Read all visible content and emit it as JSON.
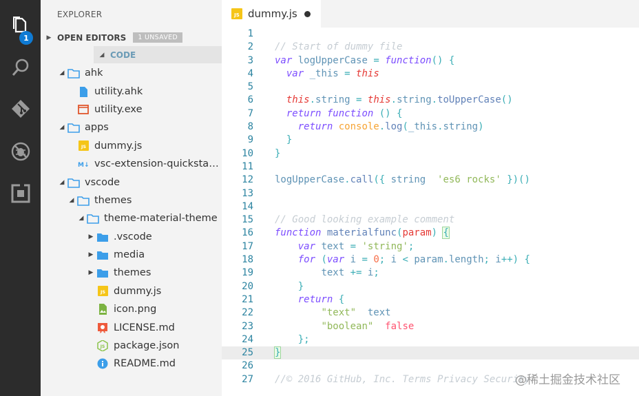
{
  "activity_bar": {
    "items": [
      {
        "name": "explorer-icon",
        "badge": "1"
      },
      {
        "name": "search-icon"
      },
      {
        "name": "git-icon"
      },
      {
        "name": "debug-icon"
      },
      {
        "name": "extensions-icon"
      }
    ]
  },
  "sidebar": {
    "title": "EXPLORER",
    "open_editors": {
      "label": "OPEN EDITORS",
      "badge": "1 UNSAVED"
    },
    "code_section": {
      "label": "CODE"
    },
    "tree": [
      {
        "label": "ahk",
        "type": "folder",
        "depth": 0,
        "expanded": true
      },
      {
        "label": "utility.ahk",
        "type": "file-ahk",
        "depth": 1
      },
      {
        "label": "utility.exe",
        "type": "file-exe",
        "depth": 1
      },
      {
        "label": "apps",
        "type": "folder",
        "depth": 0,
        "expanded": true
      },
      {
        "label": "dummy.js",
        "type": "file-js",
        "depth": 1
      },
      {
        "label": "vsc-extension-quickstart....",
        "type": "file-md",
        "depth": 1
      },
      {
        "label": "vscode",
        "type": "folder",
        "depth": 0,
        "expanded": true
      },
      {
        "label": "themes",
        "type": "folder",
        "depth": 1,
        "expanded": true
      },
      {
        "label": "theme-material-theme",
        "type": "folder",
        "depth": 2,
        "expanded": true
      },
      {
        "label": ".vscode",
        "type": "folder-closed",
        "depth": 3,
        "expanded": false
      },
      {
        "label": "media",
        "type": "folder-closed",
        "depth": 3,
        "expanded": false
      },
      {
        "label": "themes",
        "type": "folder-closed",
        "depth": 3,
        "expanded": false
      },
      {
        "label": "dummy.js",
        "type": "file-js",
        "depth": 3
      },
      {
        "label": "icon.png",
        "type": "file-png",
        "depth": 3
      },
      {
        "label": "LICENSE.md",
        "type": "file-license",
        "depth": 3
      },
      {
        "label": "package.json",
        "type": "file-json",
        "depth": 3
      },
      {
        "label": "README.md",
        "type": "file-info",
        "depth": 3
      }
    ]
  },
  "editor": {
    "tab": {
      "label": "dummy.js",
      "unsaved": true
    },
    "lines": [
      {
        "n": "1",
        "tokens": []
      },
      {
        "n": "2",
        "tokens": [
          [
            "cm",
            "// Start of dummy file"
          ]
        ]
      },
      {
        "n": "3",
        "tokens": [
          [
            "kw",
            "var"
          ],
          [
            "var",
            " logUpperCase "
          ],
          [
            "pun",
            "="
          ],
          [
            "kw",
            " function"
          ],
          [
            "pun",
            "() {"
          ]
        ]
      },
      {
        "n": "4",
        "tokens": [
          [
            "plain",
            "  "
          ],
          [
            "kw",
            "var"
          ],
          [
            "var",
            " _this "
          ],
          [
            "pun",
            "="
          ],
          [
            "this",
            " this"
          ]
        ]
      },
      {
        "n": "5",
        "tokens": []
      },
      {
        "n": "6",
        "tokens": [
          [
            "plain",
            "  "
          ],
          [
            "this",
            "this"
          ],
          [
            "pun",
            "."
          ],
          [
            "var",
            "string "
          ],
          [
            "pun",
            "="
          ],
          [
            "this",
            " this"
          ],
          [
            "pun",
            "."
          ],
          [
            "var",
            "string"
          ],
          [
            "pun",
            "."
          ],
          [
            "fn",
            "toUpperCase"
          ],
          [
            "pun",
            "()"
          ]
        ]
      },
      {
        "n": "7",
        "tokens": [
          [
            "plain",
            "  "
          ],
          [
            "kw",
            "return"
          ],
          [
            "kw",
            " function"
          ],
          [
            "pun",
            " () {"
          ]
        ]
      },
      {
        "n": "8",
        "tokens": [
          [
            "plain",
            "    "
          ],
          [
            "kw",
            "return"
          ],
          [
            "obj",
            " console"
          ],
          [
            "pun",
            "."
          ],
          [
            "fn",
            "log"
          ],
          [
            "pun",
            "("
          ],
          [
            "var",
            "_this"
          ],
          [
            "pun",
            "."
          ],
          [
            "var",
            "string"
          ],
          [
            "pun",
            ")"
          ]
        ]
      },
      {
        "n": "9",
        "tokens": [
          [
            "pun",
            "  }"
          ]
        ]
      },
      {
        "n": "10",
        "tokens": [
          [
            "pun",
            "}"
          ]
        ]
      },
      {
        "n": "11",
        "tokens": []
      },
      {
        "n": "12",
        "tokens": [
          [
            "var",
            "logUpperCase"
          ],
          [
            "pun",
            "."
          ],
          [
            "fn",
            "call"
          ],
          [
            "pun",
            "({"
          ],
          [
            "var",
            " string"
          ],
          [
            "pun",
            "  "
          ],
          [
            "str",
            "'es6 rocks'"
          ],
          [
            "pun",
            " })()"
          ]
        ]
      },
      {
        "n": "13",
        "tokens": []
      },
      {
        "n": "14",
        "tokens": []
      },
      {
        "n": "15",
        "tokens": [
          [
            "cm",
            "// Good looking example comment"
          ]
        ]
      },
      {
        "n": "16",
        "tokens": [
          [
            "kw",
            "function"
          ],
          [
            "fn",
            " materialfunc"
          ],
          [
            "pun",
            "("
          ],
          [
            "par",
            "param"
          ],
          [
            "pun",
            ") "
          ],
          [
            "pun-hl",
            "{"
          ]
        ]
      },
      {
        "n": "17",
        "tokens": [
          [
            "plain",
            "    "
          ],
          [
            "kw",
            "var"
          ],
          [
            "var",
            " text "
          ],
          [
            "pun",
            "="
          ],
          [
            "str",
            " 'string'"
          ],
          [
            "pun",
            ";"
          ]
        ]
      },
      {
        "n": "18",
        "tokens": [
          [
            "plain",
            "    "
          ],
          [
            "kw",
            "for"
          ],
          [
            "pun",
            " ("
          ],
          [
            "kw",
            "var"
          ],
          [
            "var",
            " i "
          ],
          [
            "pun",
            "="
          ],
          [
            "num",
            " 0"
          ],
          [
            "pun",
            ";"
          ],
          [
            "var",
            " i "
          ],
          [
            "pun",
            "<"
          ],
          [
            "var",
            " param"
          ],
          [
            "pun",
            "."
          ],
          [
            "var",
            "length"
          ],
          [
            "pun",
            ";"
          ],
          [
            "var",
            " i"
          ],
          [
            "pun",
            "++) {"
          ]
        ]
      },
      {
        "n": "19",
        "tokens": [
          [
            "plain",
            "        "
          ],
          [
            "var",
            "text "
          ],
          [
            "pun",
            "+="
          ],
          [
            "var",
            " i"
          ],
          [
            "pun",
            ";"
          ]
        ]
      },
      {
        "n": "20",
        "tokens": [
          [
            "pun",
            "    }"
          ]
        ]
      },
      {
        "n": "21",
        "tokens": [
          [
            "plain",
            "    "
          ],
          [
            "kw",
            "return"
          ],
          [
            "pun",
            " {"
          ]
        ]
      },
      {
        "n": "22",
        "tokens": [
          [
            "plain",
            "        "
          ],
          [
            "str",
            "\"text\""
          ],
          [
            "pun",
            "  "
          ],
          [
            "var",
            "text"
          ]
        ]
      },
      {
        "n": "23",
        "tokens": [
          [
            "plain",
            "        "
          ],
          [
            "str",
            "\"boolean\""
          ],
          [
            "pun",
            "  "
          ],
          [
            "bool",
            "false"
          ]
        ]
      },
      {
        "n": "24",
        "tokens": [
          [
            "pun",
            "    };"
          ]
        ]
      },
      {
        "n": "25",
        "tokens": [
          [
            "pun-hl",
            "}"
          ]
        ],
        "highlight": true
      },
      {
        "n": "26",
        "tokens": []
      },
      {
        "n": "27",
        "tokens": [
          [
            "cm",
            "//© 2016 GitHub, Inc. Terms Privacy Security"
          ]
        ]
      }
    ]
  },
  "watermark": "@稀土掘金技术社区"
}
